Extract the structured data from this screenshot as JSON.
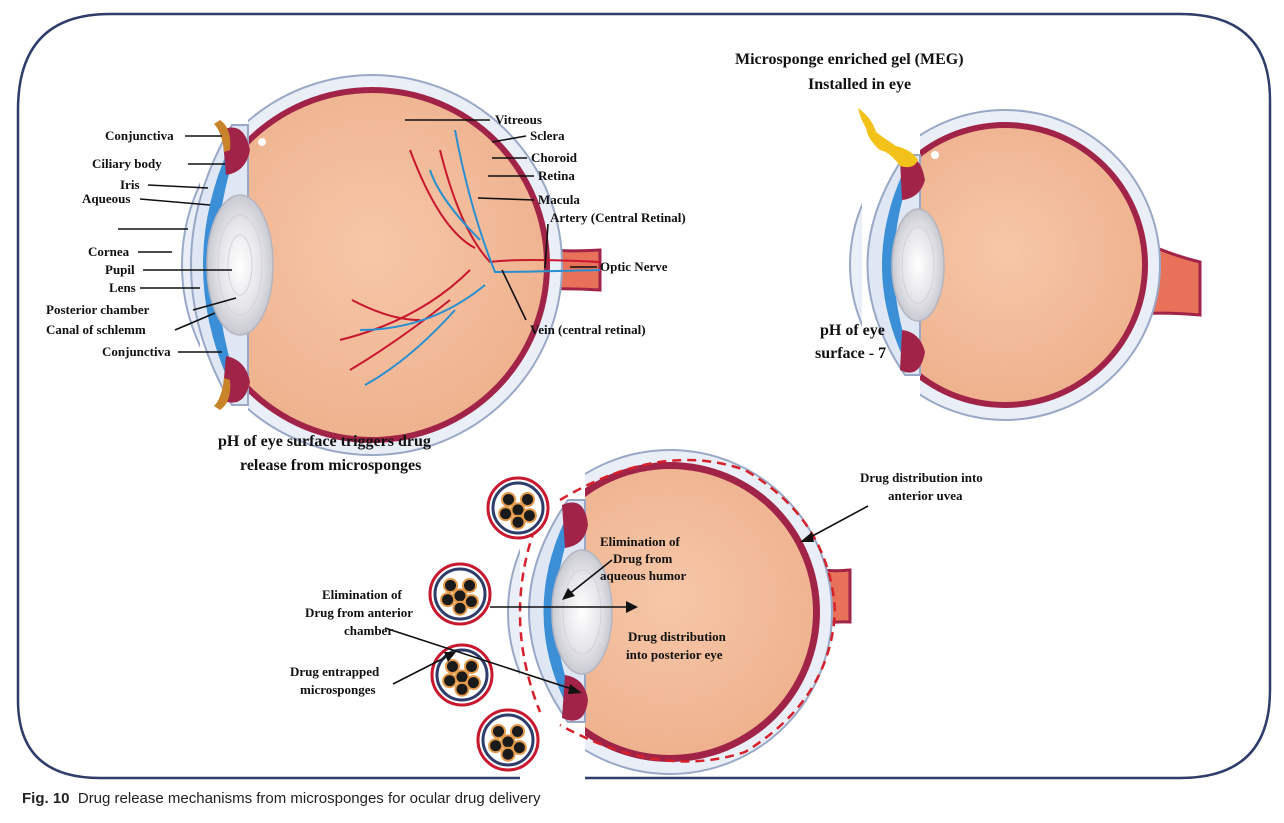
{
  "figure": {
    "caption_number": "Fig. 10",
    "caption_text": "Drug release mechanisms from microsponges for ocular drug delivery",
    "eye_anatomy": {
      "left_labels": [
        "Conjunctiva",
        "Ciliary body",
        "Iris",
        "Aqueous",
        "Cornea",
        "Pupil",
        "Lens",
        "Posterior chamber",
        "Canal of schlemm",
        "Conjunctiva"
      ],
      "right_labels": [
        "Vitreous",
        "Sclera",
        "Choroid",
        "Retina",
        "Macula",
        "Artery (Central Retinal)",
        "Optic Nerve",
        "Vein (central retinal)"
      ]
    },
    "meg_panel": {
      "title_line1": "Microsponge enriched gel (MEG)",
      "title_line2": "Installed in eye",
      "ph_line1": "pH of eye",
      "ph_line2": "surface - 7"
    },
    "release_panel": {
      "trigger_line1": "pH of eye surface triggers drug",
      "trigger_line2": "release from microsponges",
      "anterior_uvea_line1": "Drug distribution into",
      "anterior_uvea_line2": "anterior uvea",
      "aqueous_line1": "Elimination of",
      "aqueous_line2": "Drug from",
      "aqueous_line3": "aqueous humor",
      "anterior_chamber_line1": "Elimination of",
      "anterior_chamber_line2": "Drug from anterior",
      "anterior_chamber_line3": "chamber",
      "posterior_line1": "Drug distribution",
      "posterior_line2": "into posterior eye",
      "entrapped_line1": "Drug entrapped",
      "entrapped_line2": "microsponges"
    },
    "colors": {
      "frame": "#2f3d6b",
      "eyeball": "#f2b896",
      "choroid": "#a12448",
      "sclera": "#e9eef7",
      "artery": "#c8172e",
      "vein": "#2a8fd0",
      "optic_nerve": "#e8715a",
      "gel": "#f2c21a",
      "dashed_path": "#d6202a"
    }
  }
}
